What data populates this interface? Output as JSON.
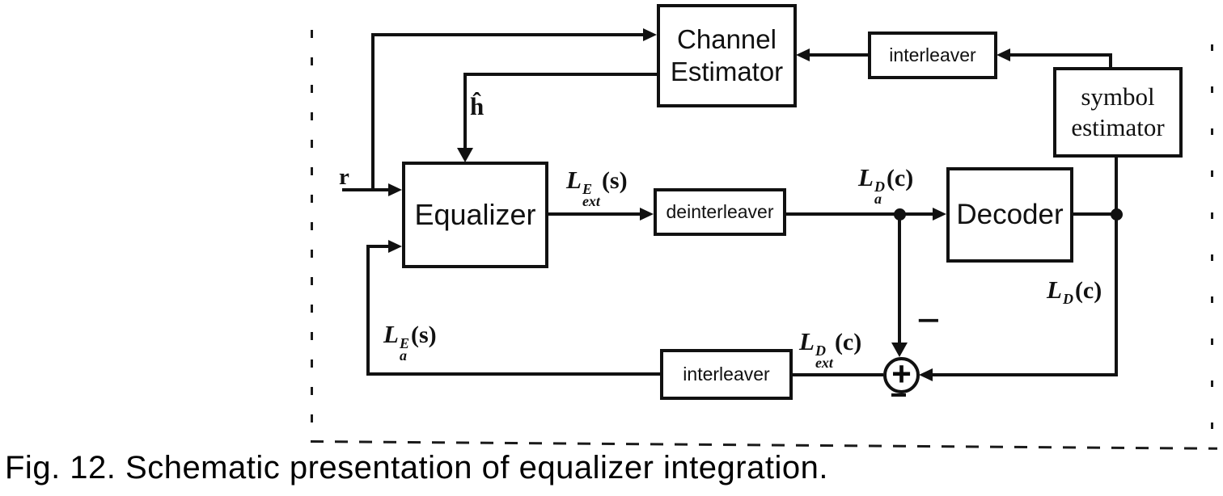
{
  "figure": {
    "caption": "Fig. 12. Schematic presentation of equalizer integration."
  },
  "blocks": {
    "channel_estimator": {
      "line1": "Channel",
      "line2": "Estimator"
    },
    "interleaver_top": {
      "label": "interleaver"
    },
    "symbol_estimator": {
      "line1": "symbol",
      "line2": "estimator"
    },
    "equalizer": {
      "label": "Equalizer"
    },
    "deinterleaver": {
      "label": "deinterleaver"
    },
    "decoder": {
      "label": "Decoder"
    },
    "interleaver_bottom": {
      "label": "interleaver"
    }
  },
  "signals": {
    "received": {
      "label": "r"
    },
    "channel_estimate": {
      "label": "ĥ"
    },
    "equalizer_extrinsic": {
      "base": "L",
      "sup": "E",
      "sub": "ext",
      "arg": "(s)"
    },
    "decoder_apriori": {
      "base": "L",
      "sup": "D",
      "sub": "a",
      "arg": "(c)"
    },
    "decoder_output": {
      "base": "L",
      "sup": "D",
      "sub": "",
      "arg": "(c)"
    },
    "decoder_extrinsic": {
      "base": "L",
      "sup": "D",
      "sub": "ext",
      "arg": "(c)"
    },
    "equalizer_apriori": {
      "base": "L",
      "sup": "E",
      "sub": "a",
      "arg": "(s)"
    }
  },
  "operators": {
    "plus": "+",
    "minus": "−"
  },
  "colors": {
    "ink": "#111111",
    "background": "#ffffff"
  }
}
